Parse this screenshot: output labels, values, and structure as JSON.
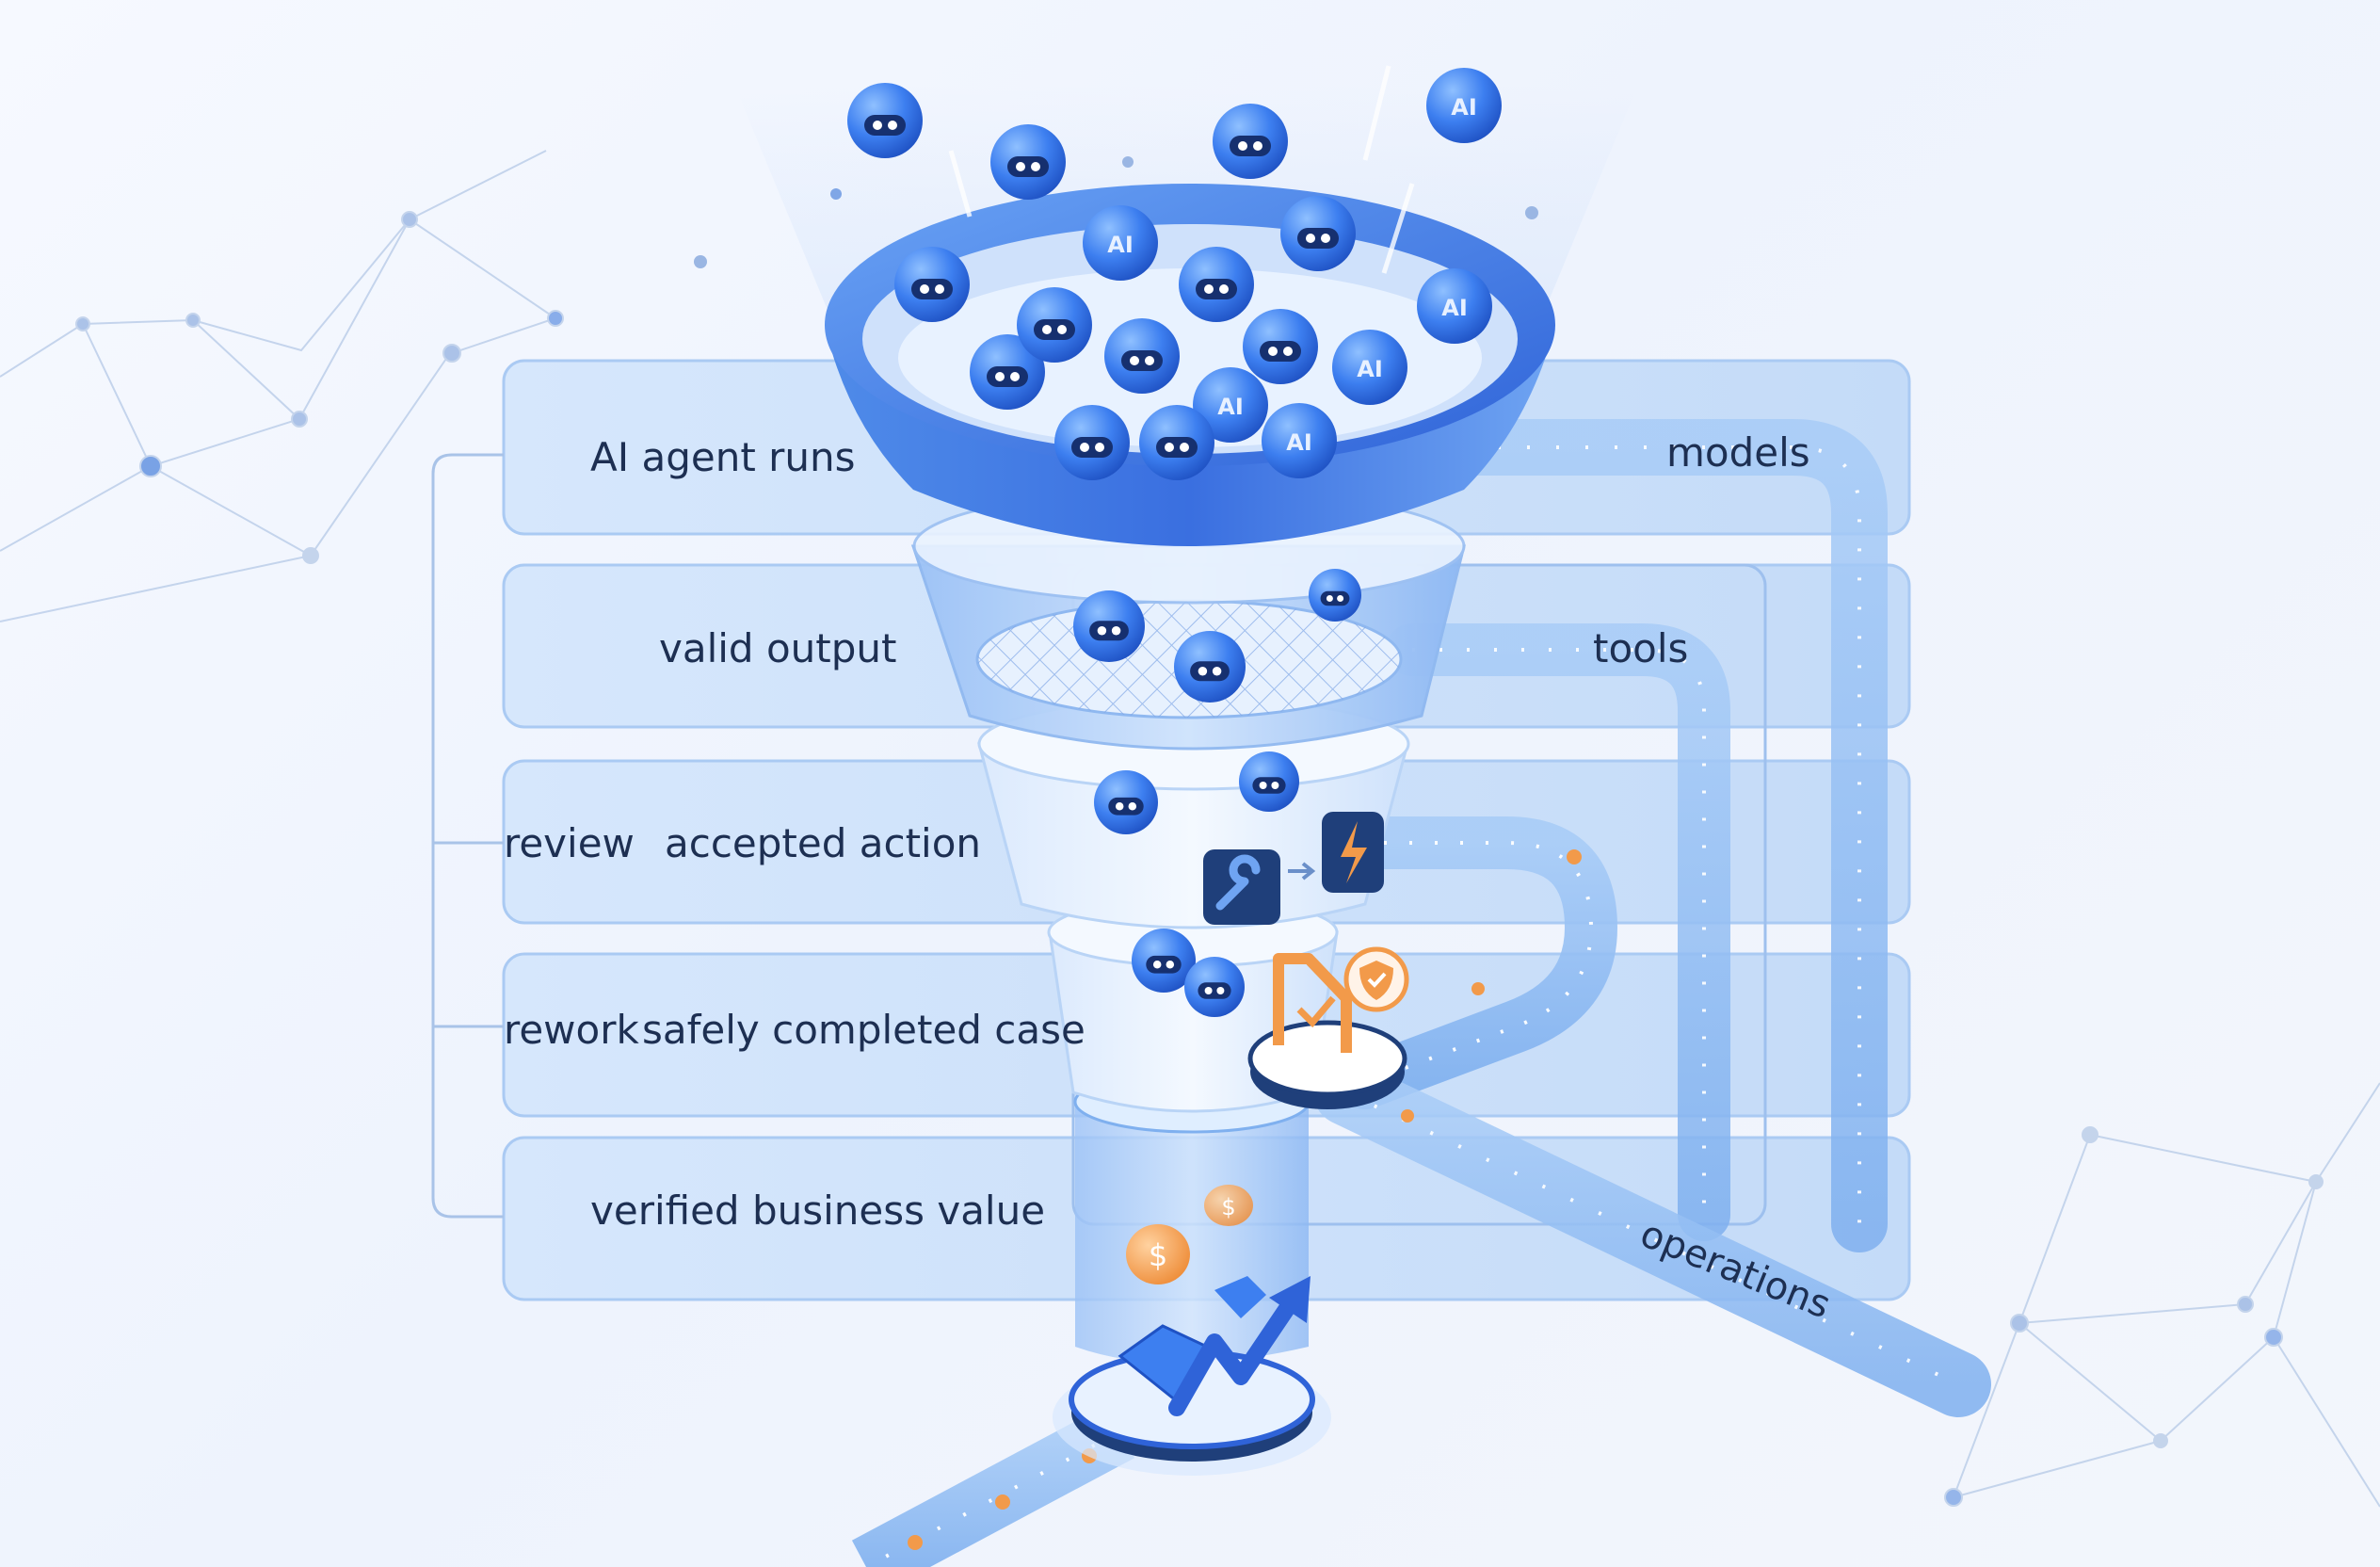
{
  "stages": [
    {
      "label": "AI agent runs"
    },
    {
      "label": "valid output"
    },
    {
      "label": "accepted action"
    },
    {
      "label": "safely completed case"
    },
    {
      "label": "verified business value"
    }
  ],
  "side_labels": {
    "review": "review",
    "rework": "rework"
  },
  "inputs": {
    "models": "models",
    "tools": "tools",
    "operations": "operations"
  },
  "badge_text": "AI",
  "colors": {
    "accent": "#4a86e8",
    "funnel_dark": "#3d6fe0",
    "panel": "#cfe2fb",
    "highlight_orange": "#f29a4a",
    "text": "#1d2f52"
  }
}
